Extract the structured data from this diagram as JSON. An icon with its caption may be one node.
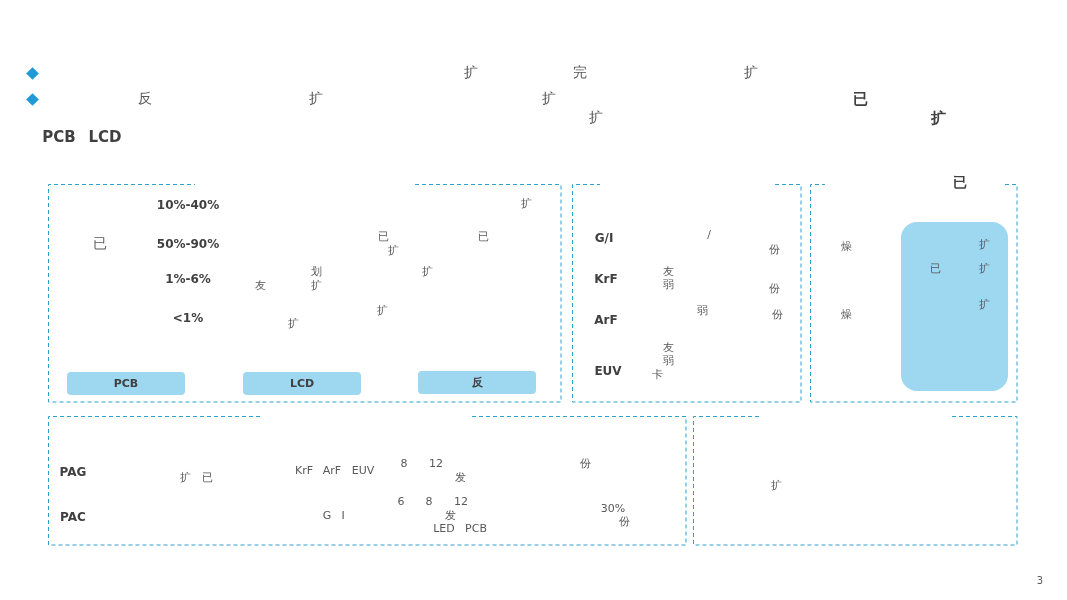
{
  "diagram": {
    "nodes": [
      {
        "text": [
          "已",
          "10%-40%",
          "50%-90%",
          "1%-6%",
          "<1%",
          "友",
          "划",
          "扩",
          "扩",
          "已",
          "扩",
          "扩",
          "扩",
          "已",
          "扩"
        ]
      },
      {
        "text": [
          "PCB"
        ],
        "in": 0
      },
      {
        "text": [
          "LCD"
        ],
        "in": 0
      },
      {
        "text": [
          "反"
        ],
        "in": 0
      },
      {
        "text": [
          "G/I",
          "/",
          "份",
          "KrF",
          "友",
          "弱",
          "份",
          "弱",
          "ArF",
          "份",
          "友",
          "弱",
          "EUV",
          "卡"
        ]
      },
      {
        "text": [
          "已",
          "燥",
          "燥"
        ]
      },
      {
        "text": [
          "已",
          "扩",
          "扩",
          "扩"
        ],
        "in": 5
      },
      {
        "text": [
          "PAG",
          "扩",
          "已",
          "KrF",
          "ArF",
          "EUV",
          "8",
          "12",
          "发",
          "份",
          "PAC",
          "G",
          "I",
          "6",
          "8",
          "12",
          "发",
          "LED",
          "PCB",
          "30%",
          "份"
        ]
      },
      {
        "text": [
          "扩"
        ]
      }
    ],
    "labels": [
      "扩",
      "完",
      "扩",
      "反",
      "扩",
      "扩",
      "已",
      "扩",
      "扩",
      "PCB",
      "LCD",
      "3"
    ]
  }
}
